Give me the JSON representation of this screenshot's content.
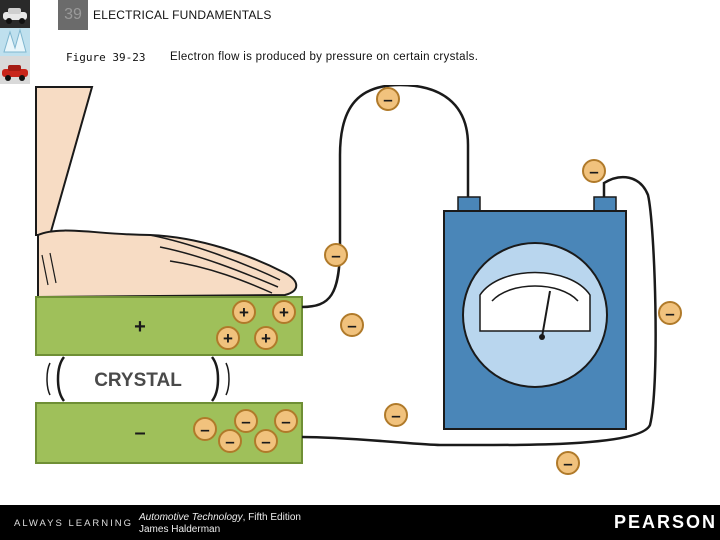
{
  "header": {
    "chapter_number": "39",
    "chapter_title": "ELECTRICAL FUNDAMENTALS",
    "figure_label": "Figure 39-23",
    "figure_caption": "Electron flow is produced by pressure on certain crystals."
  },
  "diagram": {
    "crystal_label": "CRYSTAL",
    "top_plate_sign": "+",
    "bottom_plate_sign": "–",
    "positive_charge_symbol": "+",
    "negative_charge_symbol": "–",
    "colors": {
      "plate": "#9fc05a",
      "plate_edge": "#6f8f35",
      "meter_case": "#4a86b8",
      "meter_face": "#b9d6ee",
      "charge_fill": "#f1c27d",
      "charge_edge": "#b07a2a",
      "skin": "#f7dcc4",
      "wire": "#1a1a1a"
    }
  },
  "footer": {
    "tagline": "ALWAYS LEARNING",
    "book_title": "Automotive Technology",
    "book_edition": ", Fifth Edition",
    "book_author": "James Halderman",
    "publisher": "PEARSON"
  }
}
